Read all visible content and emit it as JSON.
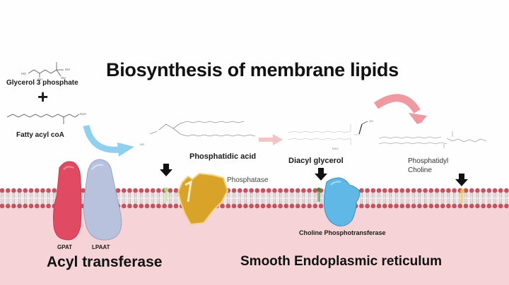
{
  "title": "Biosynthesis of membrane lipids",
  "substrates": {
    "glycerol_3_phosphate": "Glycerol 3 phosphate",
    "plus": "+",
    "fatty_acyl_coa": "Fatty acyl coA"
  },
  "intermediates": {
    "phosphatidic_acid": "Phosphatidic acid",
    "diacyl_glycerol": "Diacyl glycerol",
    "phosphatidyl_choline": [
      "Phosphatidyl",
      "Choline"
    ]
  },
  "enzymes": {
    "gpat": "GPAT",
    "lpaat": "LPAAT",
    "acyl_transferase": "Acyl transferase",
    "phosphatase": "Phosphatase",
    "choline_phosphotransferase": "Choline Phosphotransferase"
  },
  "location": "Smooth Endoplasmic reticulum",
  "colors": {
    "membrane_head": "#c7515e",
    "membrane_tail": "#d9d0d2",
    "cytosol": "#f5d3d6",
    "gpat": "#e04a63",
    "lpaat": "#b9c2dc",
    "phosphatase": "#d9a32a",
    "choline_phosphotransferase": "#5fb8e6",
    "arrow_blue": "#8fd0ee",
    "arrow_pink": "#ee9aa0",
    "marker_pa": "#9ee27a",
    "marker_dag": "#3f8a3a",
    "marker_pc": "#f2c232"
  }
}
